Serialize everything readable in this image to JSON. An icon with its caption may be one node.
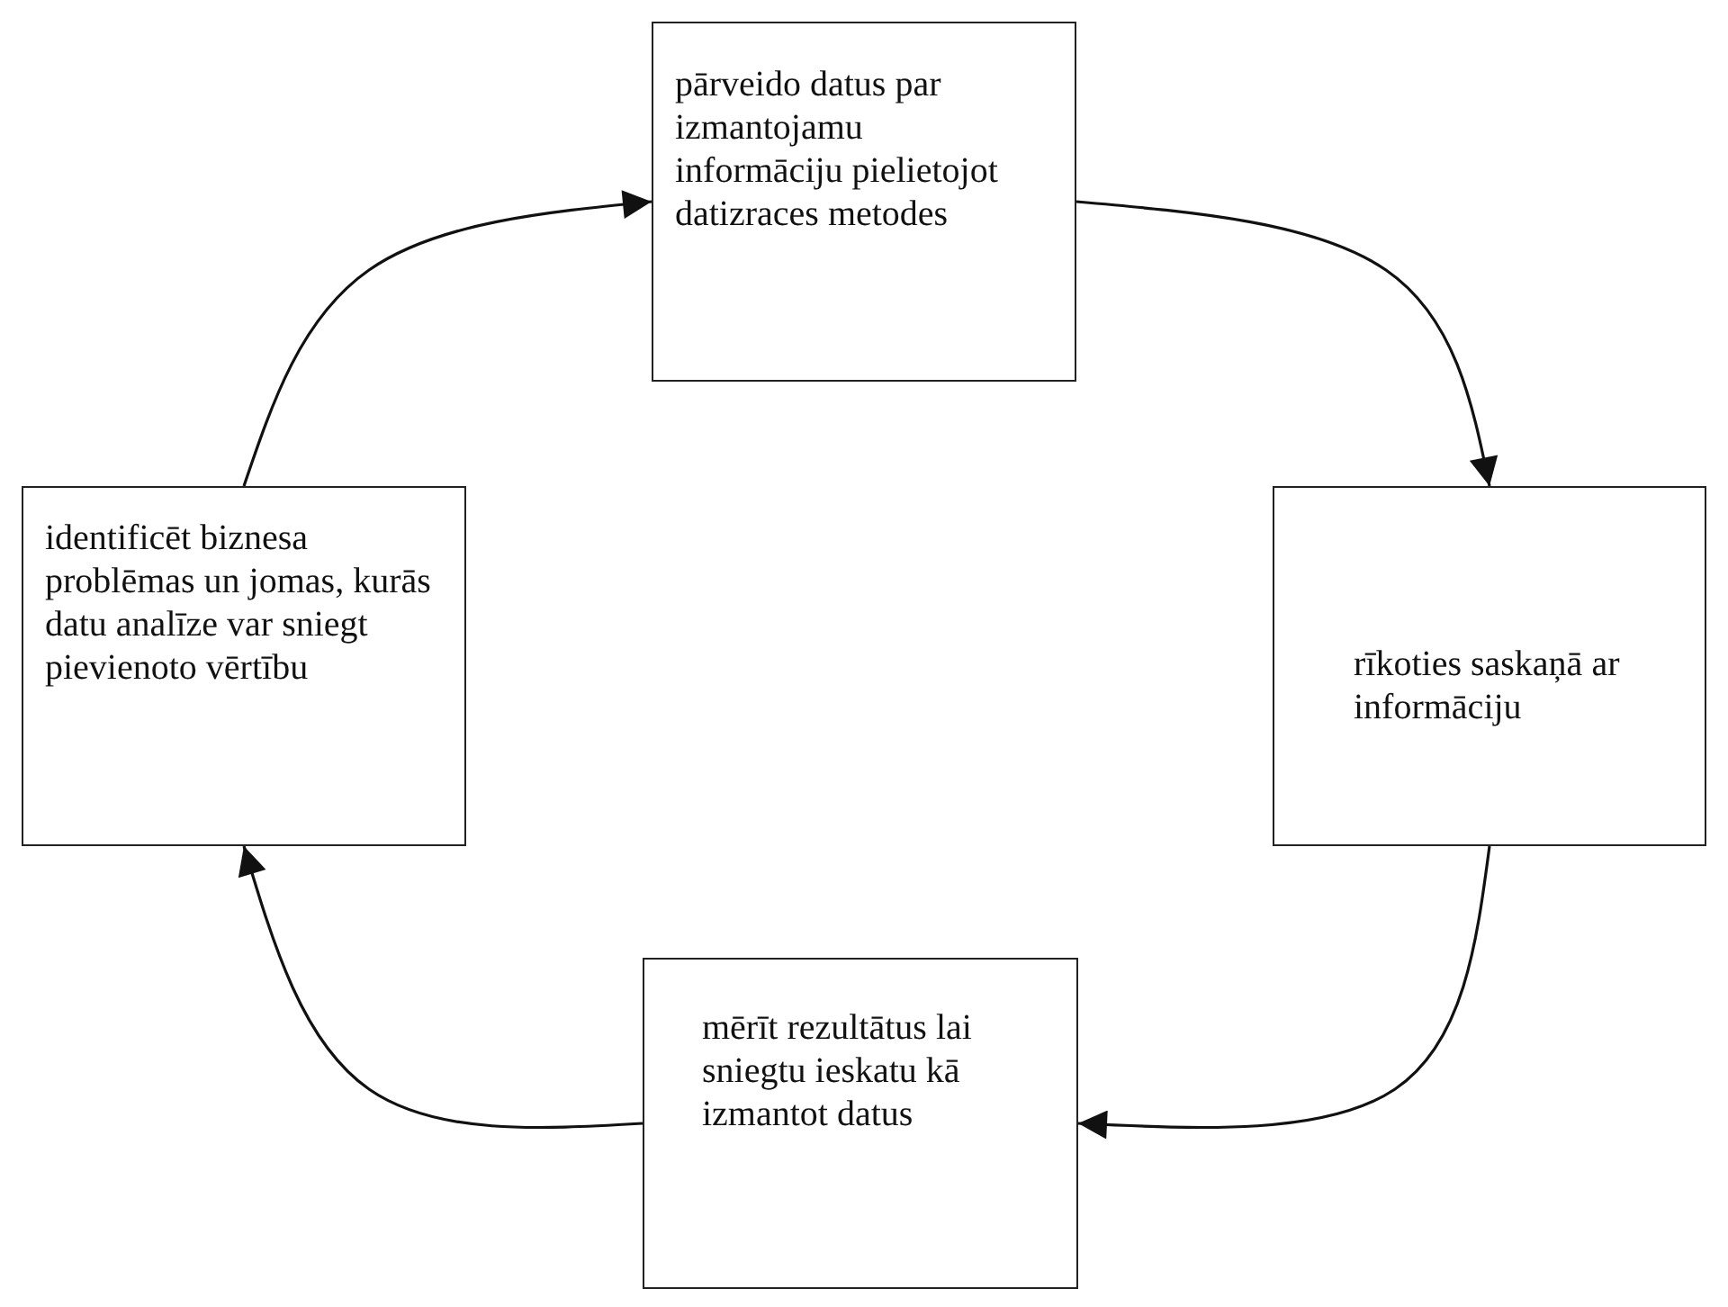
{
  "diagram": {
    "nodes": [
      {
        "text": [
          "pārveido datus par izmantojamu informāciju pielietojot datizraces metodes"
        ]
      },
      {
        "text": [
          "rīkoties saskaņā ar informāciju"
        ]
      },
      {
        "text": [
          "mērīt rezultātus lai sniegtu ieskatu kā izmantot datus"
        ]
      },
      {
        "text": [
          "identificēt biznesa problēmas un jomas, kurās datu analīze var sniegt pievienoto vērtību"
        ]
      }
    ],
    "edges": [
      {
        "from": 0,
        "to": 1,
        "arrow": "to"
      },
      {
        "from": 1,
        "to": 2,
        "arrow": "to"
      },
      {
        "from": 2,
        "to": 3,
        "arrow": "to"
      },
      {
        "from": 3,
        "to": 0,
        "arrow": "to"
      }
    ]
  }
}
